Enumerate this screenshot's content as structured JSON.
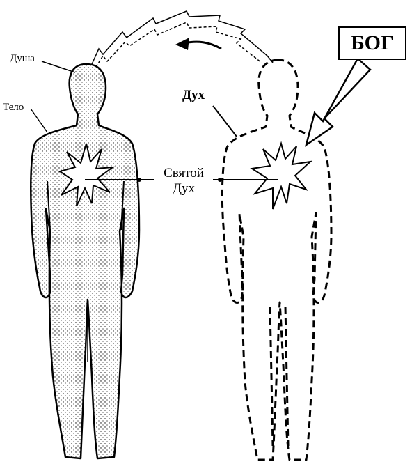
{
  "labels": {
    "soul": "Душа",
    "body": "Тело",
    "spirit": "Дух",
    "holy_spirit_line1": "Святой",
    "holy_spirit_line2": "Дух",
    "god": "БОГ"
  },
  "colors": {
    "ink": "#000000",
    "background": "#ffffff"
  }
}
